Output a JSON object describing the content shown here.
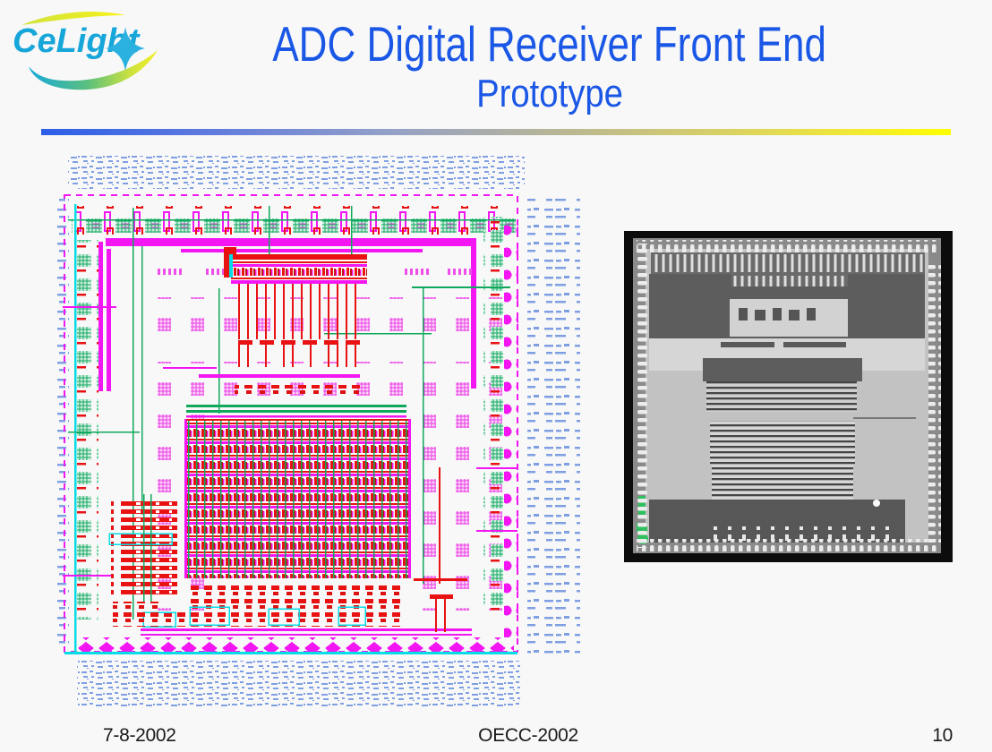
{
  "slide": {
    "logo": {
      "text": "CeLight"
    },
    "header": {
      "title": "ADC Digital Receiver Front End",
      "subtitle": "Prototype"
    },
    "footer": {
      "date": "7-8-2002",
      "conference": "OECC-2002",
      "page_number": "10"
    },
    "colors": {
      "title_text": "#1b57e6",
      "logo_text": "#17a6d9",
      "divider_start": "#2c5fe8",
      "divider_end": "#ffff00",
      "background": "#f8f8f8"
    }
  },
  "figures": {
    "chip_layout_palette": {
      "magenta": "#f316f3",
      "red": "#e81212",
      "green": "#0fa85c",
      "cyan": "#06dce6",
      "annotation_blue": "#7f9fe3",
      "pink": "#ee4fe8"
    },
    "die_photo_palette": {
      "frame_black": "#0c0c0c",
      "die_light_gray": "#d6d6d6",
      "die_dark_gray": "#5d5d5d",
      "bond_pads_white": "#ececec",
      "marker_green": "#2fbf5f"
    }
  }
}
